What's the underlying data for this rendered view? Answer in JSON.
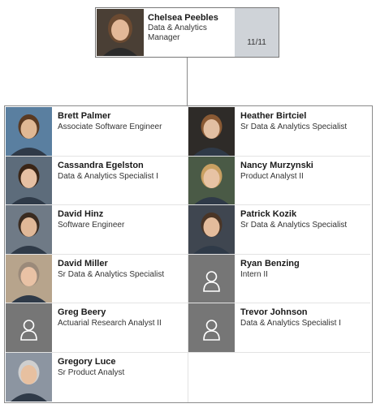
{
  "manager": {
    "name": "Chelsea Peebles",
    "title": "Data & Analytics Manager",
    "count": "11/11"
  },
  "team": [
    {
      "name": "Brett Palmer",
      "title": "Associate Software Engineer",
      "photo": "photo"
    },
    {
      "name": "Heather Birtciel",
      "title": "Sr Data & Analytics Specialist",
      "photo": "photo"
    },
    {
      "name": "Cassandra Egelston",
      "title": "Data & Analytics Specialist I",
      "photo": "photo"
    },
    {
      "name": "Nancy Murzynski",
      "title": "Product Analyst II",
      "photo": "photo"
    },
    {
      "name": "David Hinz",
      "title": "Software Engineer",
      "photo": "photo"
    },
    {
      "name": "Patrick Kozik",
      "title": "Sr Data & Analytics Specialist",
      "photo": "photo"
    },
    {
      "name": "David Miller",
      "title": "Sr Data & Analytics Specialist",
      "photo": "photo"
    },
    {
      "name": "Ryan Benzing",
      "title": "Intern II",
      "photo": "placeholder"
    },
    {
      "name": "Greg Beery",
      "title": "Actuarial Research Analyst II",
      "photo": "placeholder"
    },
    {
      "name": "Trevor Johnson",
      "title": "Data & Analytics Specialist I",
      "photo": "placeholder"
    },
    {
      "name": "Gregory Luce",
      "title": "Sr Product Analyst",
      "photo": "photo"
    }
  ]
}
